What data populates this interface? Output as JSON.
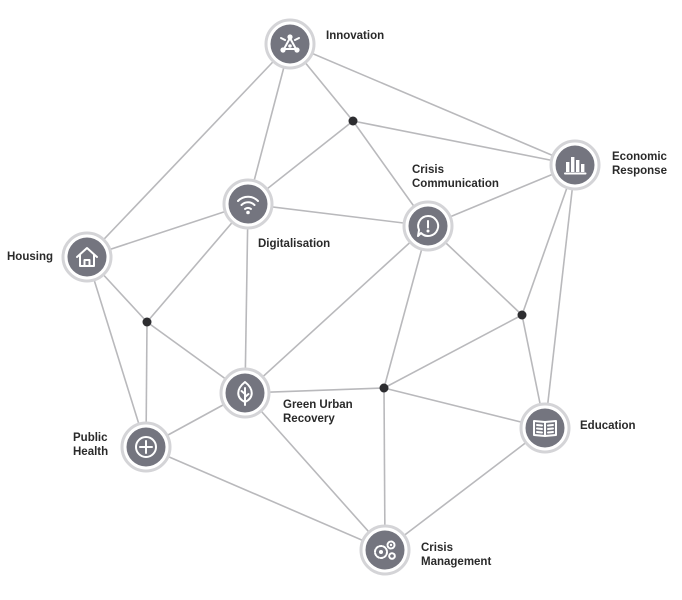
{
  "nodes": {
    "innovation": {
      "label": "Innovation",
      "icon": "network-icon"
    },
    "digitalisation": {
      "label": "Digitalisation",
      "icon": "wifi-icon"
    },
    "crisis_communication": {
      "label": "Crisis\nCommunication",
      "icon": "alert-chat-icon"
    },
    "economic_response": {
      "label": "Economic\nResponse",
      "icon": "bar-chart-icon"
    },
    "housing": {
      "label": "Housing",
      "icon": "house-icon"
    },
    "green_urban_recovery": {
      "label": "Green Urban\nRecovery",
      "icon": "leaf-icon"
    },
    "public_health": {
      "label": "Public\nHealth",
      "icon": "medical-cross-icon"
    },
    "education": {
      "label": "Education",
      "icon": "book-icon"
    },
    "crisis_management": {
      "label": "Crisis\nManagement",
      "icon": "gears-icon"
    }
  },
  "colors": {
    "node_fill": "#74757f",
    "node_ring": "#d4d4d7",
    "edge": "#b9b9bc",
    "junction": "#2d2d30"
  }
}
